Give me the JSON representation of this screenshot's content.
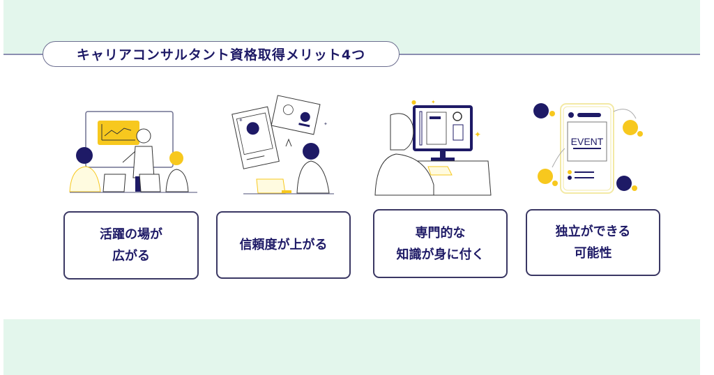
{
  "title": "キャリアコンサルタント資格取得メリット4つ",
  "colors": {
    "band": "#e3f6ec",
    "navy": "#1e1a66",
    "yellow": "#f7c81e",
    "border": "#3a3763",
    "rule": "#8a8db0"
  },
  "merits": [
    {
      "lines": [
        "活躍の場が",
        "広がる"
      ],
      "illustration": "team-meeting-presentation"
    },
    {
      "lines": [
        "信頼度が上がる"
      ],
      "illustration": "social-profile-cards"
    },
    {
      "lines": [
        "専門的な",
        "知識が身に付く"
      ],
      "illustration": "person-at-computer"
    },
    {
      "lines": [
        "独立ができる",
        "可能性"
      ],
      "illustration": "event-smartphone"
    }
  ],
  "illustration_text": {
    "event_label": "EVENT"
  }
}
